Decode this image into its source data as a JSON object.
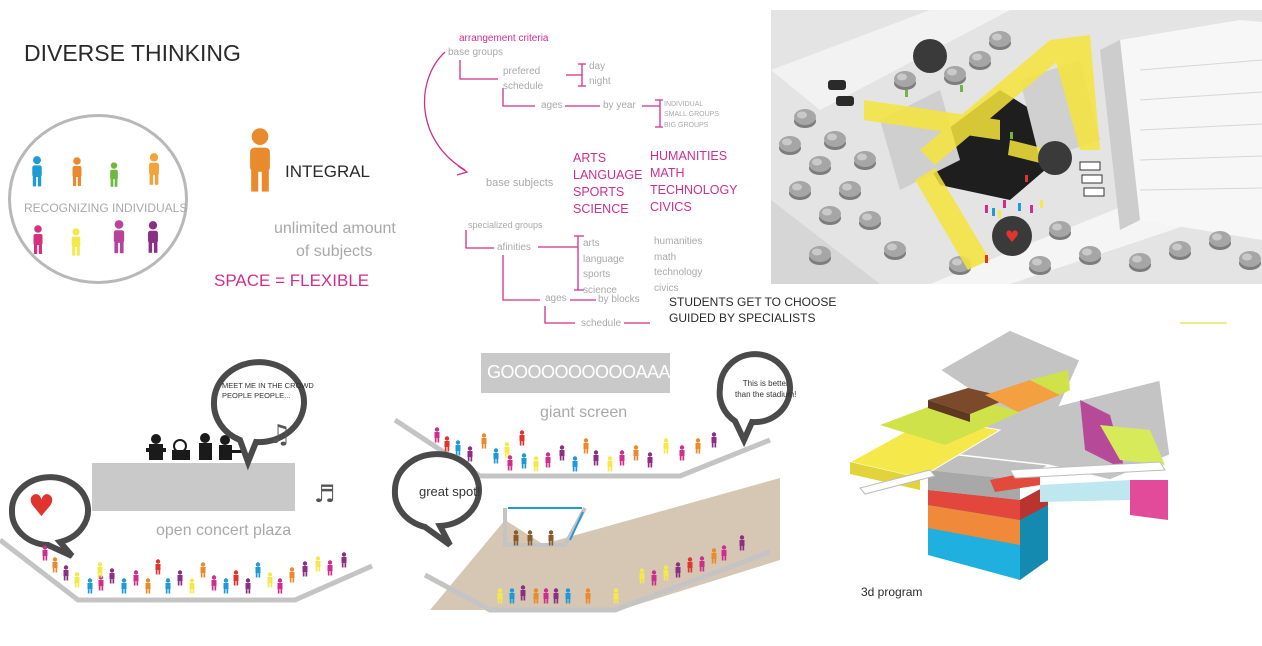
{
  "heading": "DIVERSE THINKING",
  "circle_label": "RECOGNIZING INDIVIDUALS",
  "integral_label": "INTEGRAL",
  "unlimited": [
    "unlimited amount",
    "of subjects"
  ],
  "space_flexible": "SPACE = FLEXIBLE",
  "tree": {
    "arrangement": "arrangement criteria",
    "base_groups": "base groups",
    "prefered": "prefered",
    "schedule": "schedule",
    "day": "day",
    "night": "night",
    "ages": "ages",
    "by_year": "by year",
    "individual": "INDIVIDUAL",
    "small_groups": "SMALL GROUPS",
    "big_groups": "BIG GROUPS",
    "base_subjects": "base subjects",
    "subjects_left": [
      "ARTS",
      "LANGUAGE",
      "SPORTS",
      "SCIENCE"
    ],
    "subjects_right": [
      "HUMANITIES",
      "MATH",
      "TECHNOLOGY",
      "CIVICS"
    ],
    "specialized_groups": "specialized groups",
    "afinities": "afinities",
    "afin_left": [
      "arts",
      "language",
      "sports",
      "science"
    ],
    "afin_right": [
      "humanities",
      "math",
      "technology",
      "civics"
    ],
    "ages2": "ages",
    "by_blocks": "by blocks",
    "schedule2": "schedule",
    "students": [
      "STUDENTS GET TO CHOOSE",
      "GUIDED BY SPECIALISTS"
    ]
  },
  "concert": {
    "bubble_text": [
      "MEET ME IN THE CROWD",
      "PEOPLE PEOPLE..."
    ],
    "label": "open concert plaza",
    "note": "♫",
    "note2": "♬",
    "heart": "♥"
  },
  "screen": {
    "screen_text": "GOOOOOOOOOOAAAL!!!!!",
    "label": "giant screen",
    "bubble_right": [
      "This is better",
      "than the stadium!"
    ],
    "bubble_left": "great spot!"
  },
  "program_label": "3d program",
  "colors": {
    "magenta": "#cf2f8c",
    "yellow": "#f4e84a",
    "orange": "#e98a2c",
    "blue": "#1f9ad6",
    "green": "#6fb83f",
    "purple": "#8b2f82",
    "gray_text": "#a9a9a9"
  }
}
